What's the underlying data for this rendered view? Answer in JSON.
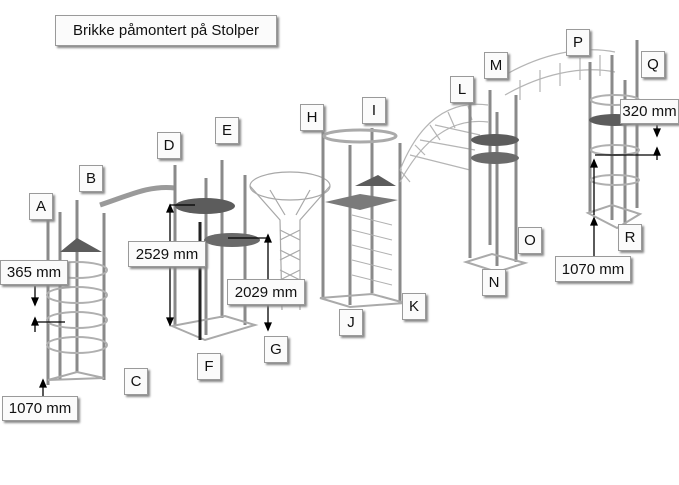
{
  "title": "Brikke påmontert på Stolper",
  "letters": [
    "A",
    "B",
    "C",
    "D",
    "E",
    "F",
    "G",
    "H",
    "I",
    "J",
    "K",
    "L",
    "M",
    "N",
    "O",
    "P",
    "Q",
    "R"
  ],
  "dimensions": {
    "d365": "365 mm",
    "d1070_left": "1070 mm",
    "d2529": "2529 mm",
    "d2029": "2029 mm",
    "d320": "320 mm",
    "d1070_right": "1070 mm"
  },
  "colors": {
    "structure": "#7a7a7a",
    "net": "#a8a8a8",
    "platform": "#5c5c5c",
    "dim": "#000000"
  }
}
